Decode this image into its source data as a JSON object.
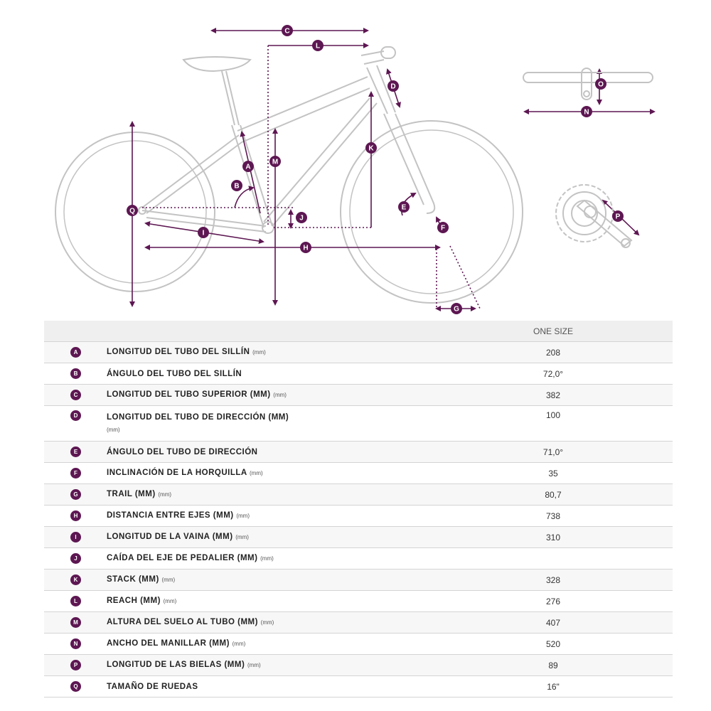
{
  "diagram": {
    "markers": [
      "A",
      "B",
      "C",
      "D",
      "E",
      "F",
      "G",
      "H",
      "I",
      "J",
      "K",
      "L",
      "M",
      "N",
      "O",
      "P",
      "Q"
    ],
    "accent_color": "#5d1752",
    "frame_color": "#c3c3c3"
  },
  "table": {
    "column_header": "ONE SIZE",
    "rows": [
      {
        "key": "A",
        "label": "LONGITUD DEL TUBO DEL SILLÍN",
        "unit": "(mm)",
        "value": "208"
      },
      {
        "key": "B",
        "label": "ÁNGULO DEL TUBO DEL SILLÍN",
        "unit": "",
        "value": "72,0°"
      },
      {
        "key": "C",
        "label": "LONGITUD DEL TUBO SUPERIOR (MM)",
        "unit": "(mm)",
        "value": "382"
      },
      {
        "key": "D",
        "label": "LONGITUD DEL TUBO DE DIRECCIÓN (MM)",
        "unit": "(mm)",
        "value": "100"
      },
      {
        "key": "E",
        "label": "ÁNGULO DEL TUBO DE DIRECCIÓN",
        "unit": "",
        "value": "71,0°"
      },
      {
        "key": "F",
        "label": "INCLINACIÓN DE LA HORQUILLA",
        "unit": "(mm)",
        "value": "35"
      },
      {
        "key": "G",
        "label": "TRAIL (MM)",
        "unit": "(mm)",
        "value": "80,7"
      },
      {
        "key": "H",
        "label": "DISTANCIA ENTRE EJES (MM)",
        "unit": "(mm)",
        "value": "738"
      },
      {
        "key": "I",
        "label": "LONGITUD DE LA VAINA (MM)",
        "unit": "(mm)",
        "value": "310"
      },
      {
        "key": "J",
        "label": "CAÍDA DEL EJE DE PEDALIER (MM)",
        "unit": "(mm)",
        "value": ""
      },
      {
        "key": "K",
        "label": "STACK (MM)",
        "unit": "(mm)",
        "value": "328"
      },
      {
        "key": "L",
        "label": "REACH (MM)",
        "unit": "(mm)",
        "value": "276"
      },
      {
        "key": "M",
        "label": "ALTURA DEL SUELO AL TUBO (MM)",
        "unit": "(mm)",
        "value": "407"
      },
      {
        "key": "N",
        "label": "ANCHO DEL MANILLAR (MM)",
        "unit": "(mm)",
        "value": "520"
      },
      {
        "key": "P",
        "label": "LONGITUD DE LAS BIELAS (MM)",
        "unit": "(mm)",
        "value": "89"
      },
      {
        "key": "Q",
        "label": "TAMAÑO DE RUEDAS",
        "unit": "",
        "value": "16\""
      }
    ]
  }
}
